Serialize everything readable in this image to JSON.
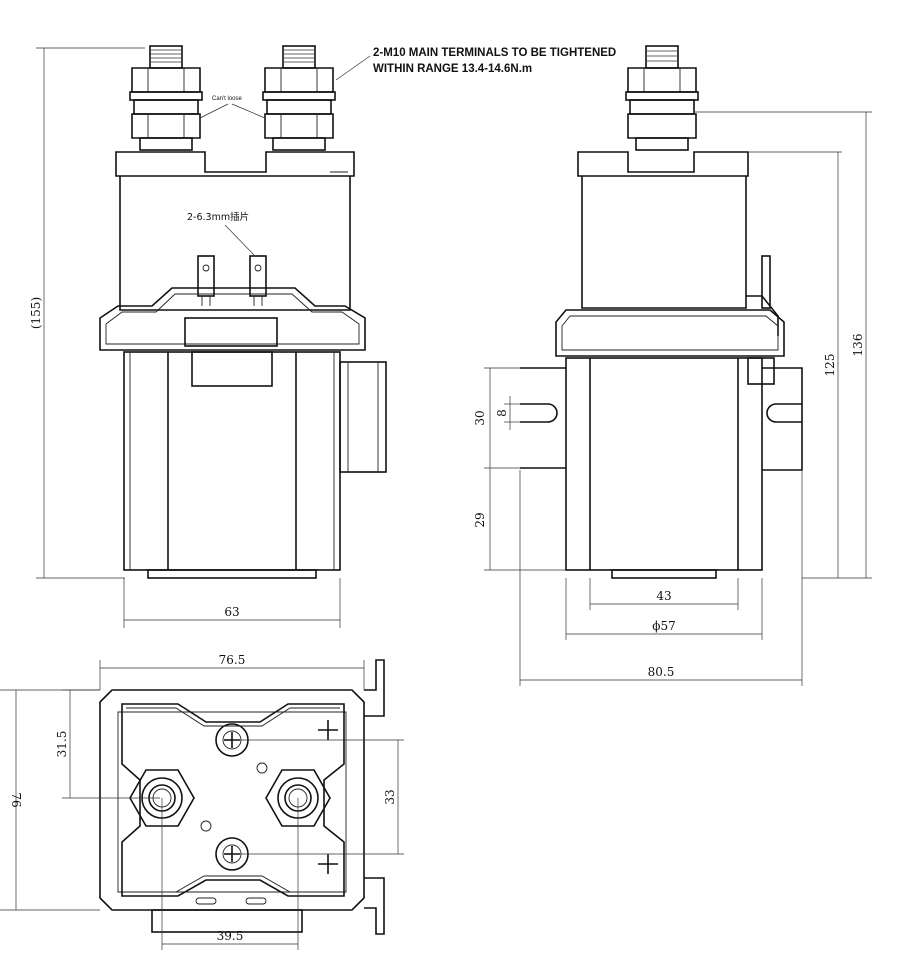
{
  "notes": {
    "main_terminals_line1": "2-M10 MAIN TERMINALS TO BE TIGHTENED",
    "main_terminals_line2": "WITHIN RANGE 13.4-14.6N.m",
    "cant_loose": "Can't loose",
    "spade_terminals": "2-6.3mm插片"
  },
  "dimensions": {
    "front_height": "(155)",
    "front_width": "63",
    "side_30": "30",
    "side_8": "8",
    "side_29": "29",
    "side_43": "43",
    "side_57": "ϕ57",
    "side_80_5": "80.5",
    "side_125": "125",
    "side_136": "136",
    "top_76_5": "76.5",
    "top_31_5": "31.5",
    "top_33": "33",
    "top_39_5": "39.5",
    "top_76": "76"
  }
}
